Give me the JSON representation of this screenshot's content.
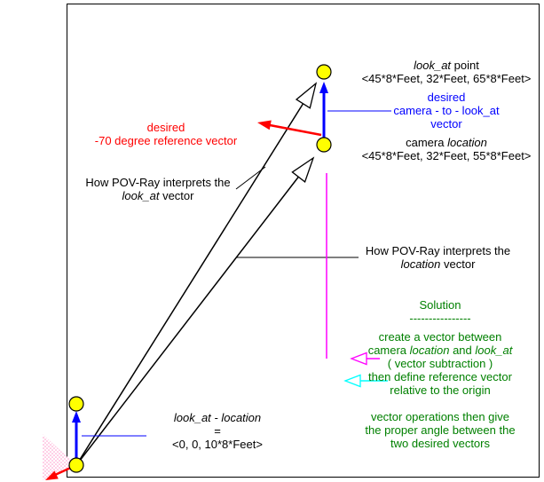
{
  "diagram": {
    "colors": {
      "marker_yellow": "#FFFF00",
      "vector_blue": "#0000FF",
      "reference_red": "#FF0000",
      "pointer_magenta": "#FF00FF",
      "pointer_cyan": "#00FFFF",
      "solution_green": "#008000",
      "line_black": "#000000",
      "wedge_pink": "#FF99CC"
    },
    "look_at_point": {
      "name_italic": "look_at",
      "name_rest": " point",
      "coords": "<45*8*Feet, 32*Feet, 65*8*Feet>"
    },
    "desired_vector": {
      "line1": "desired",
      "line2": "camera - to - look_at",
      "line3": "vector"
    },
    "camera_location": {
      "name_pre": "camera ",
      "name_italic": "location",
      "coords": "<45*8*Feet, 32*Feet, 55*8*Feet>"
    },
    "reference_vector": {
      "line1": "desired",
      "line2": "-70 degree reference vector"
    },
    "look_at_interpretation": {
      "line1": "How POV-Ray interprets the",
      "line2_italic": "look_at",
      "line2_rest": " vector"
    },
    "location_interpretation": {
      "line1": "How POV-Ray interprets the",
      "line2_italic": "location",
      "line2_rest": " vector"
    },
    "difference": {
      "line1": "look_at - location",
      "line2": "=",
      "line3": "<0, 0, 10*8*Feet>"
    },
    "solution": {
      "title": "Solution",
      "divider": "----------------",
      "p1_line1": "create a vector between",
      "p1_line2_pre": "camera ",
      "p1_line2_it1": "location",
      "p1_line2_mid": " and ",
      "p1_line2_it2": "look_at",
      "p1_line3": "( vector subtraction )",
      "p1_line4": "then define reference vector",
      "p1_line5": "relative to the origin",
      "p2_line1": "vector operations then give",
      "p2_line2": "the proper angle between the",
      "p2_line3": "two desired vectors"
    }
  }
}
